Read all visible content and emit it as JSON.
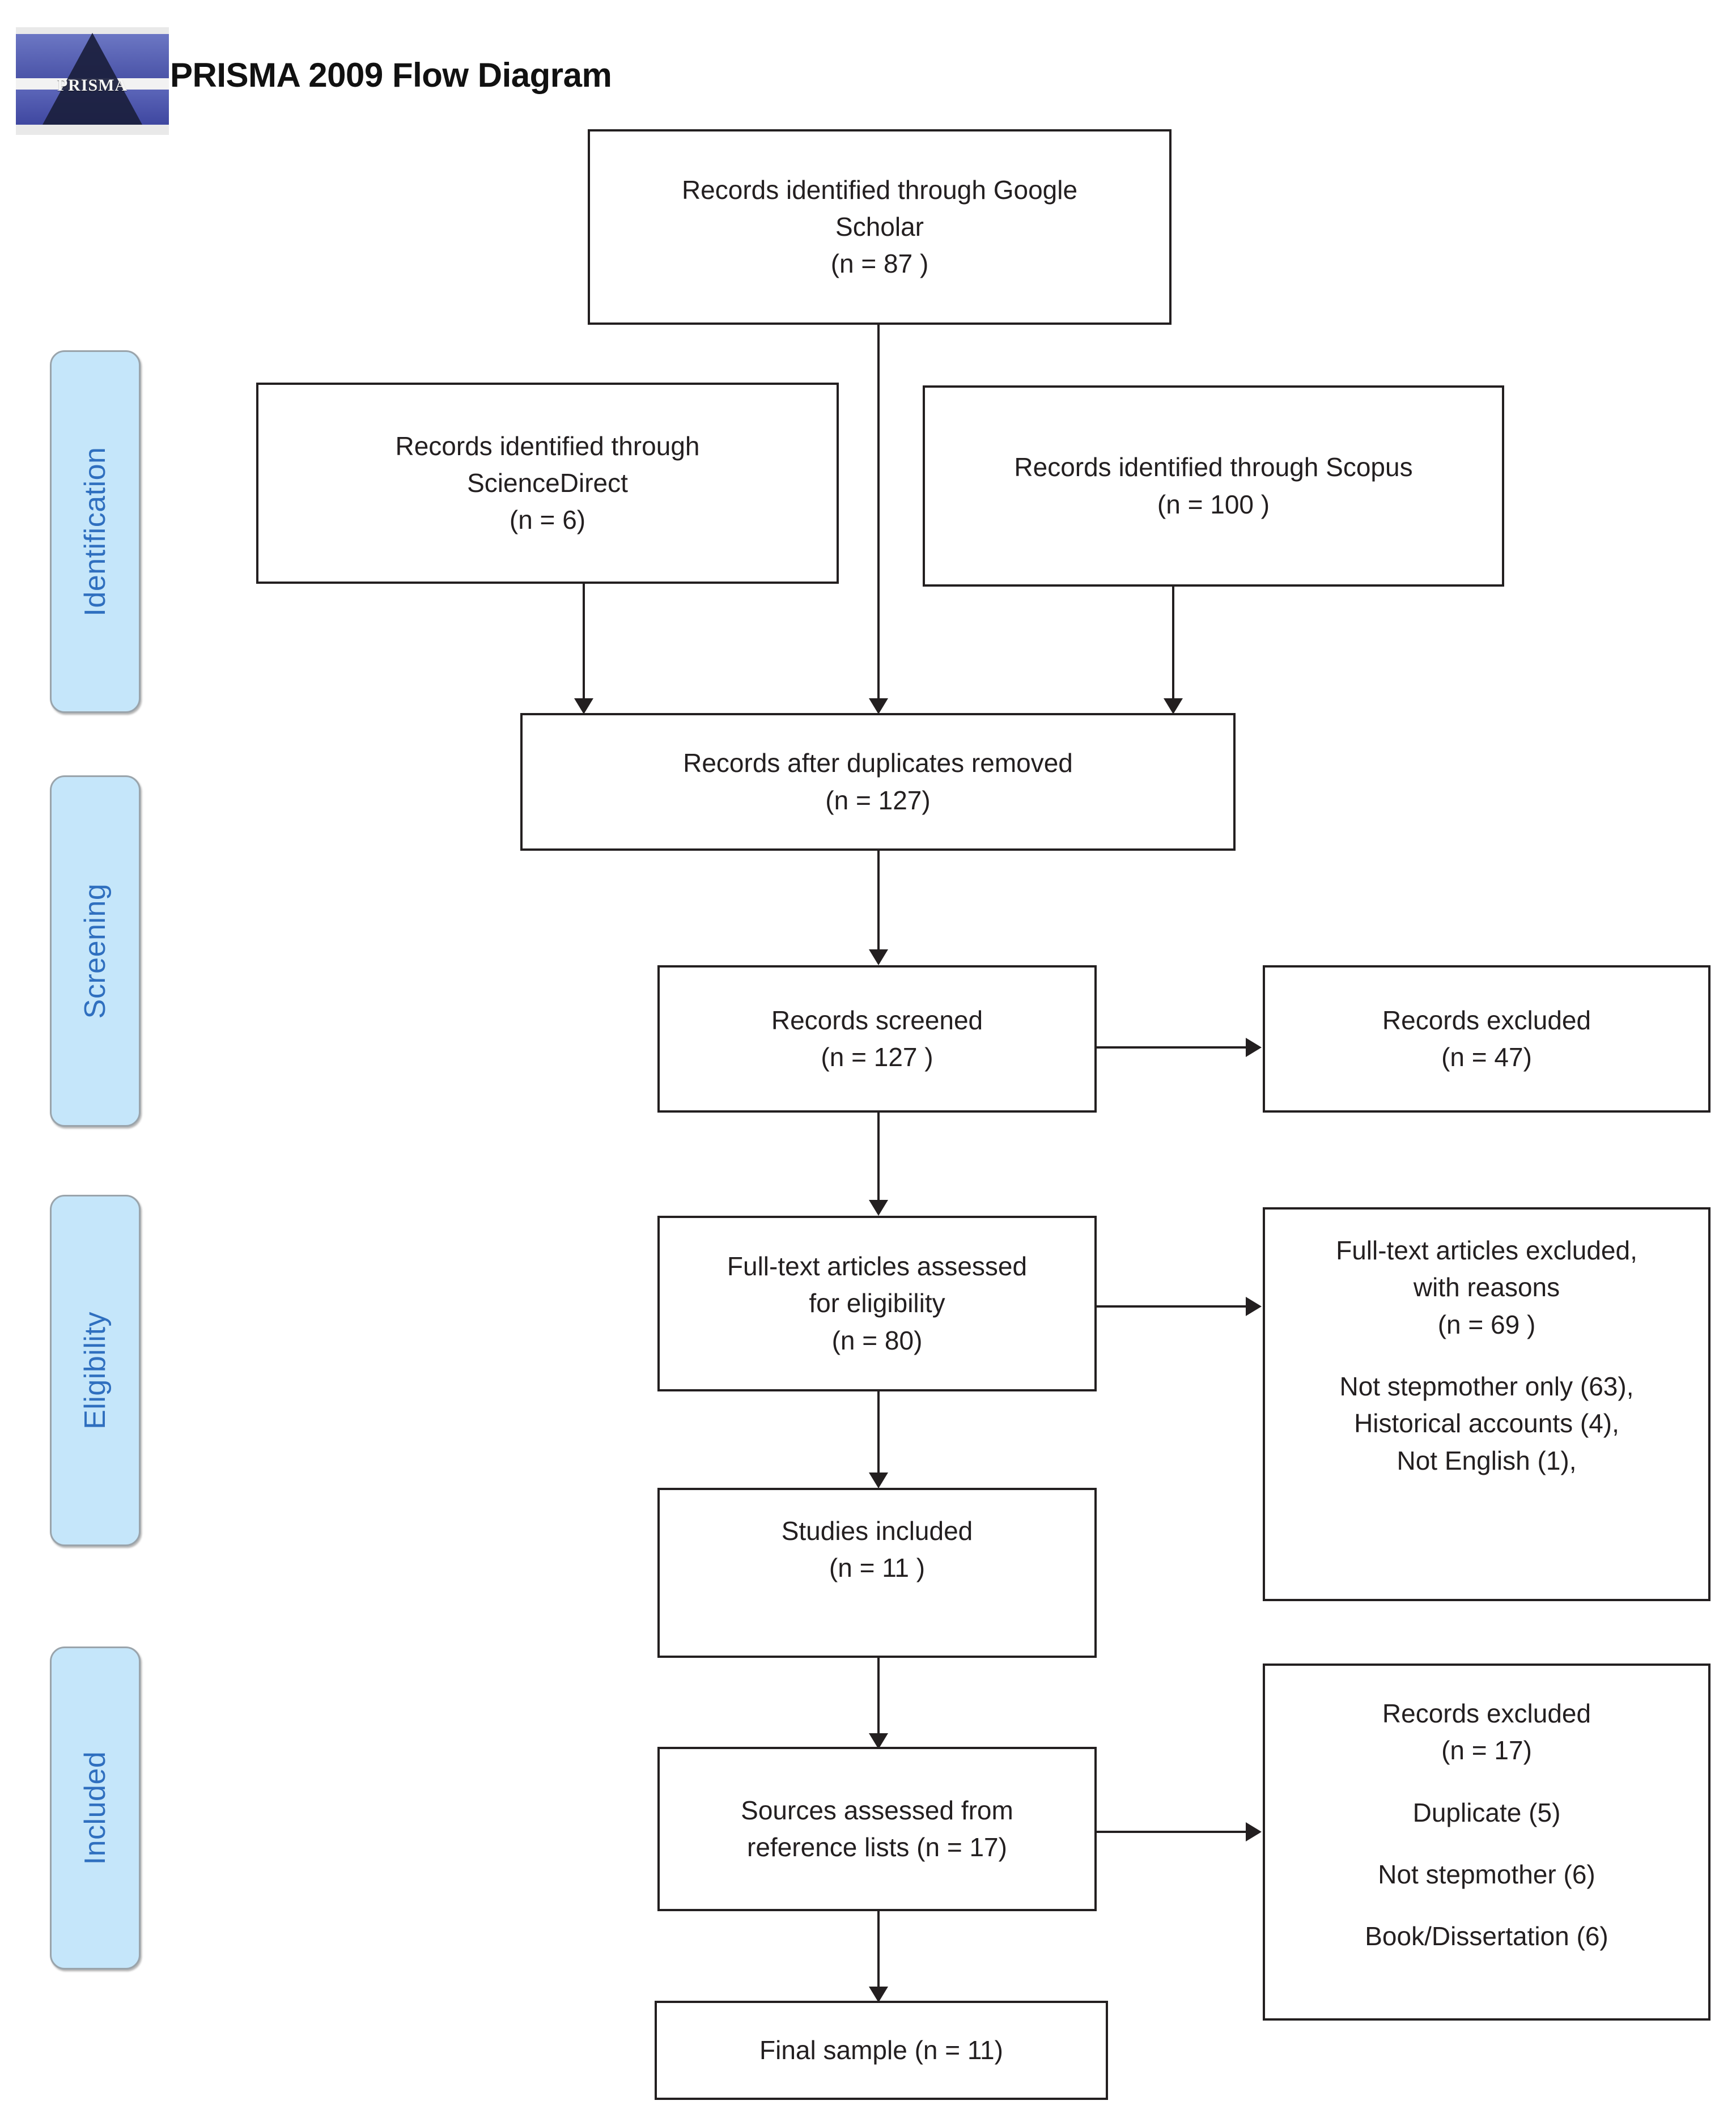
{
  "header": {
    "logo_wordmark": "PRISMA",
    "title": "PRISMA 2009 Flow Diagram"
  },
  "phases": [
    {
      "id": "identification",
      "label": "Identification"
    },
    {
      "id": "screening",
      "label": "Screening"
    },
    {
      "id": "eligibility",
      "label": "Eligibility"
    },
    {
      "id": "included",
      "label": "Included"
    }
  ],
  "boxes": {
    "google_scholar": {
      "line1": "Records identified through Google",
      "line2": "Scholar",
      "line3": "(n =  87 )"
    },
    "sciencedirect": {
      "line1": "Records identified through",
      "line2": "ScienceDirect",
      "line3": "(n = 6)"
    },
    "scopus": {
      "line1": "Records identified through Scopus",
      "line2": "(n = 100 )"
    },
    "duplicates_removed": {
      "line1": "Records after duplicates removed",
      "line2": "(n =  127)"
    },
    "records_screened": {
      "line1": "Records screened",
      "line2": "(n = 127 )"
    },
    "records_excluded_screening": {
      "line1": "Records excluded",
      "line2": "(n = 47)"
    },
    "fulltext_assessed": {
      "line1": "Full-text articles assessed",
      "line2": "for eligibility",
      "line3": "(n =   80)"
    },
    "fulltext_excluded": {
      "line1": "Full-text articles excluded,",
      "line2": "with reasons",
      "line3": "(n = 69 )",
      "reason1": "Not stepmother only (63),",
      "reason2": "Historical accounts (4),",
      "reason3": "Not English (1),"
    },
    "studies_included": {
      "line1": "Studies included",
      "line2": "(n = 11 )"
    },
    "sources_reference_lists": {
      "line1": "Sources assessed from",
      "line2": "reference lists (n = 17)"
    },
    "records_excluded_references": {
      "line1": "Records excluded",
      "line2": "(n = 17)",
      "reason1": "Duplicate (5)",
      "reason2": "Not stepmother (6)",
      "reason3": "Book/Dissertation (6)"
    },
    "final_sample": {
      "line1": "Final sample (n = 11)"
    }
  },
  "chart_data": {
    "type": "diagram",
    "title": "PRISMA 2009 Flow Diagram",
    "nodes": [
      {
        "id": "google_scholar",
        "phase": "Identification",
        "label": "Records identified through Google Scholar",
        "n": 87
      },
      {
        "id": "sciencedirect",
        "phase": "Identification",
        "label": "Records identified through ScienceDirect",
        "n": 6
      },
      {
        "id": "scopus",
        "phase": "Identification",
        "label": "Records identified through Scopus",
        "n": 100
      },
      {
        "id": "duplicates_removed",
        "phase": "Identification",
        "label": "Records after duplicates removed",
        "n": 127
      },
      {
        "id": "records_screened",
        "phase": "Screening",
        "label": "Records screened",
        "n": 127
      },
      {
        "id": "records_excluded_screening",
        "phase": "Screening",
        "label": "Records excluded",
        "n": 47
      },
      {
        "id": "fulltext_assessed",
        "phase": "Eligibility",
        "label": "Full-text articles assessed for eligibility",
        "n": 80
      },
      {
        "id": "fulltext_excluded",
        "phase": "Eligibility",
        "label": "Full-text articles excluded, with reasons",
        "n": 69,
        "reasons": [
          {
            "label": "Not stepmother only",
            "n": 63
          },
          {
            "label": "Historical accounts",
            "n": 4
          },
          {
            "label": "Not English",
            "n": 1
          }
        ]
      },
      {
        "id": "studies_included",
        "phase": "Included",
        "label": "Studies included",
        "n": 11
      },
      {
        "id": "sources_reference_lists",
        "phase": "Included",
        "label": "Sources assessed from reference lists",
        "n": 17
      },
      {
        "id": "records_excluded_references",
        "phase": "Included",
        "label": "Records excluded",
        "n": 17,
        "reasons": [
          {
            "label": "Duplicate",
            "n": 5
          },
          {
            "label": "Not stepmother",
            "n": 6
          },
          {
            "label": "Book/Dissertation",
            "n": 6
          }
        ]
      },
      {
        "id": "final_sample",
        "phase": "Included",
        "label": "Final sample",
        "n": 11
      }
    ],
    "edges": [
      {
        "from": "google_scholar",
        "to": "duplicates_removed"
      },
      {
        "from": "sciencedirect",
        "to": "duplicates_removed"
      },
      {
        "from": "scopus",
        "to": "duplicates_removed"
      },
      {
        "from": "duplicates_removed",
        "to": "records_screened"
      },
      {
        "from": "records_screened",
        "to": "records_excluded_screening"
      },
      {
        "from": "records_screened",
        "to": "fulltext_assessed"
      },
      {
        "from": "fulltext_assessed",
        "to": "fulltext_excluded"
      },
      {
        "from": "fulltext_assessed",
        "to": "studies_included"
      },
      {
        "from": "studies_included",
        "to": "sources_reference_lists"
      },
      {
        "from": "sources_reference_lists",
        "to": "records_excluded_references"
      },
      {
        "from": "sources_reference_lists",
        "to": "final_sample"
      }
    ]
  }
}
